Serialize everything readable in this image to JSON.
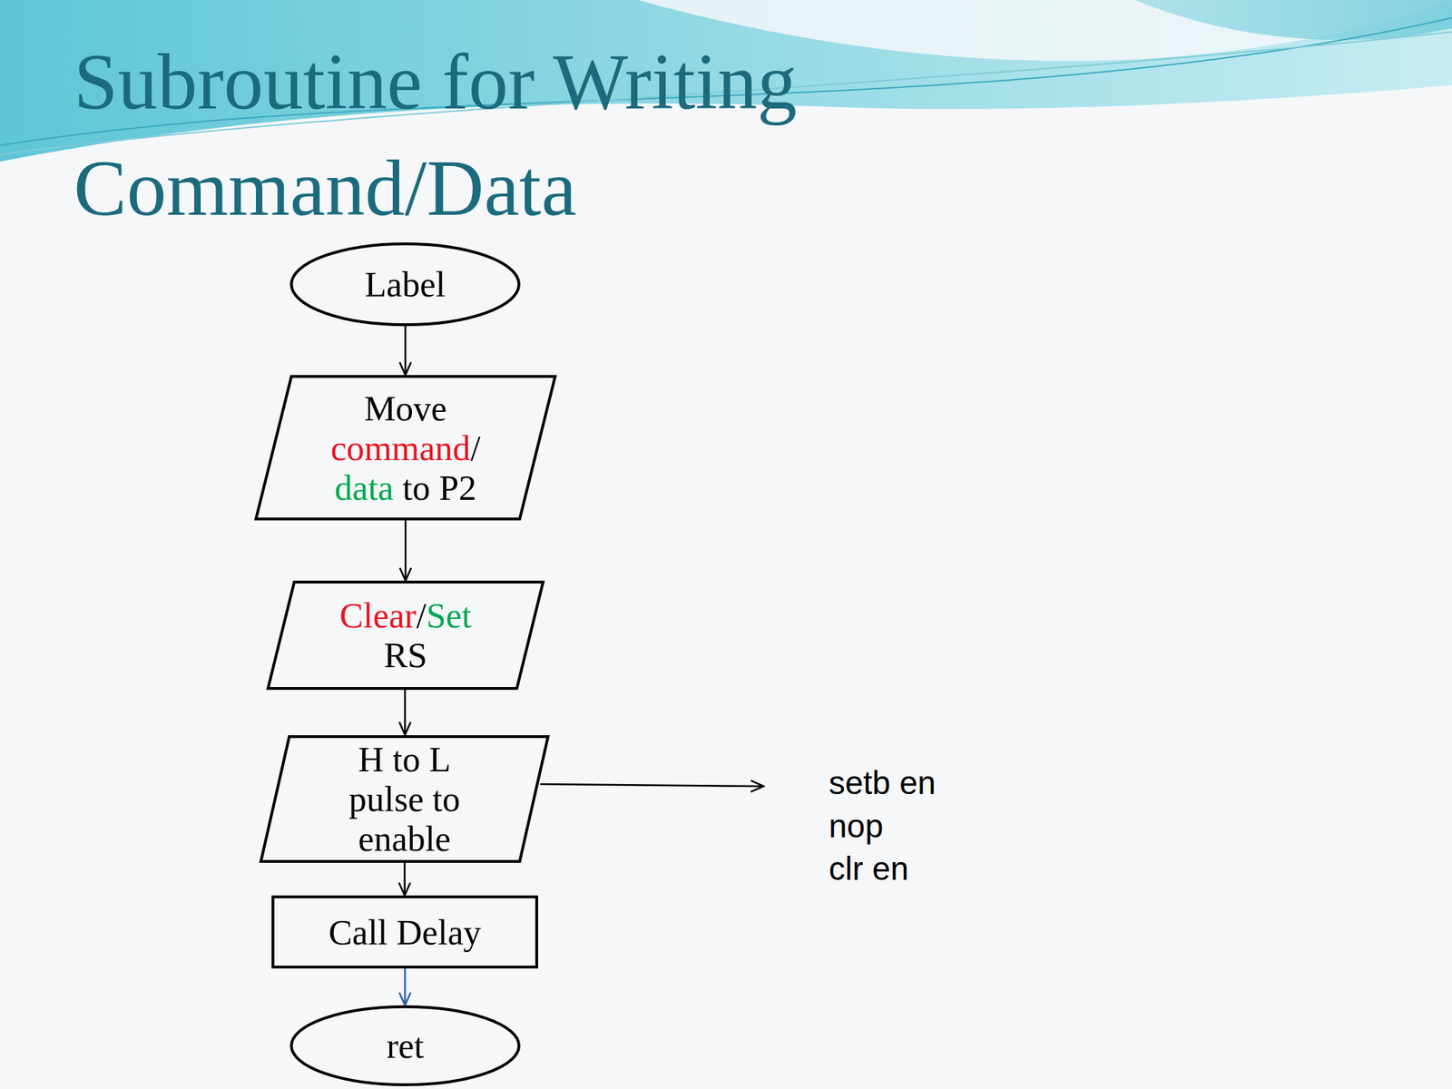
{
  "diagram": {
    "title": "Subroutine for Writing Command/Data",
    "nodes": [
      {
        "text": [
          "Label"
        ]
      },
      {
        "text": [
          "Move",
          "command",
          "/",
          "data",
          "to P2"
        ]
      },
      {
        "text": [
          "Clear",
          "/",
          "Set",
          "RS"
        ]
      },
      {
        "text": [
          "H to L pulse to enable"
        ]
      },
      {
        "text": [
          "Call Delay"
        ]
      },
      {
        "text": [
          "ret"
        ]
      }
    ],
    "edges": [
      {
        "from": 0,
        "to": 1,
        "arrow": "to"
      },
      {
        "from": 1,
        "to": 2,
        "arrow": "to"
      },
      {
        "from": 2,
        "to": 3,
        "arrow": "to"
      },
      {
        "from": 3,
        "to": 4,
        "arrow": "to"
      },
      {
        "from": 4,
        "to": 5,
        "arrow": "to"
      }
    ],
    "labels": [
      "setb en",
      "nop",
      "clr en"
    ]
  }
}
